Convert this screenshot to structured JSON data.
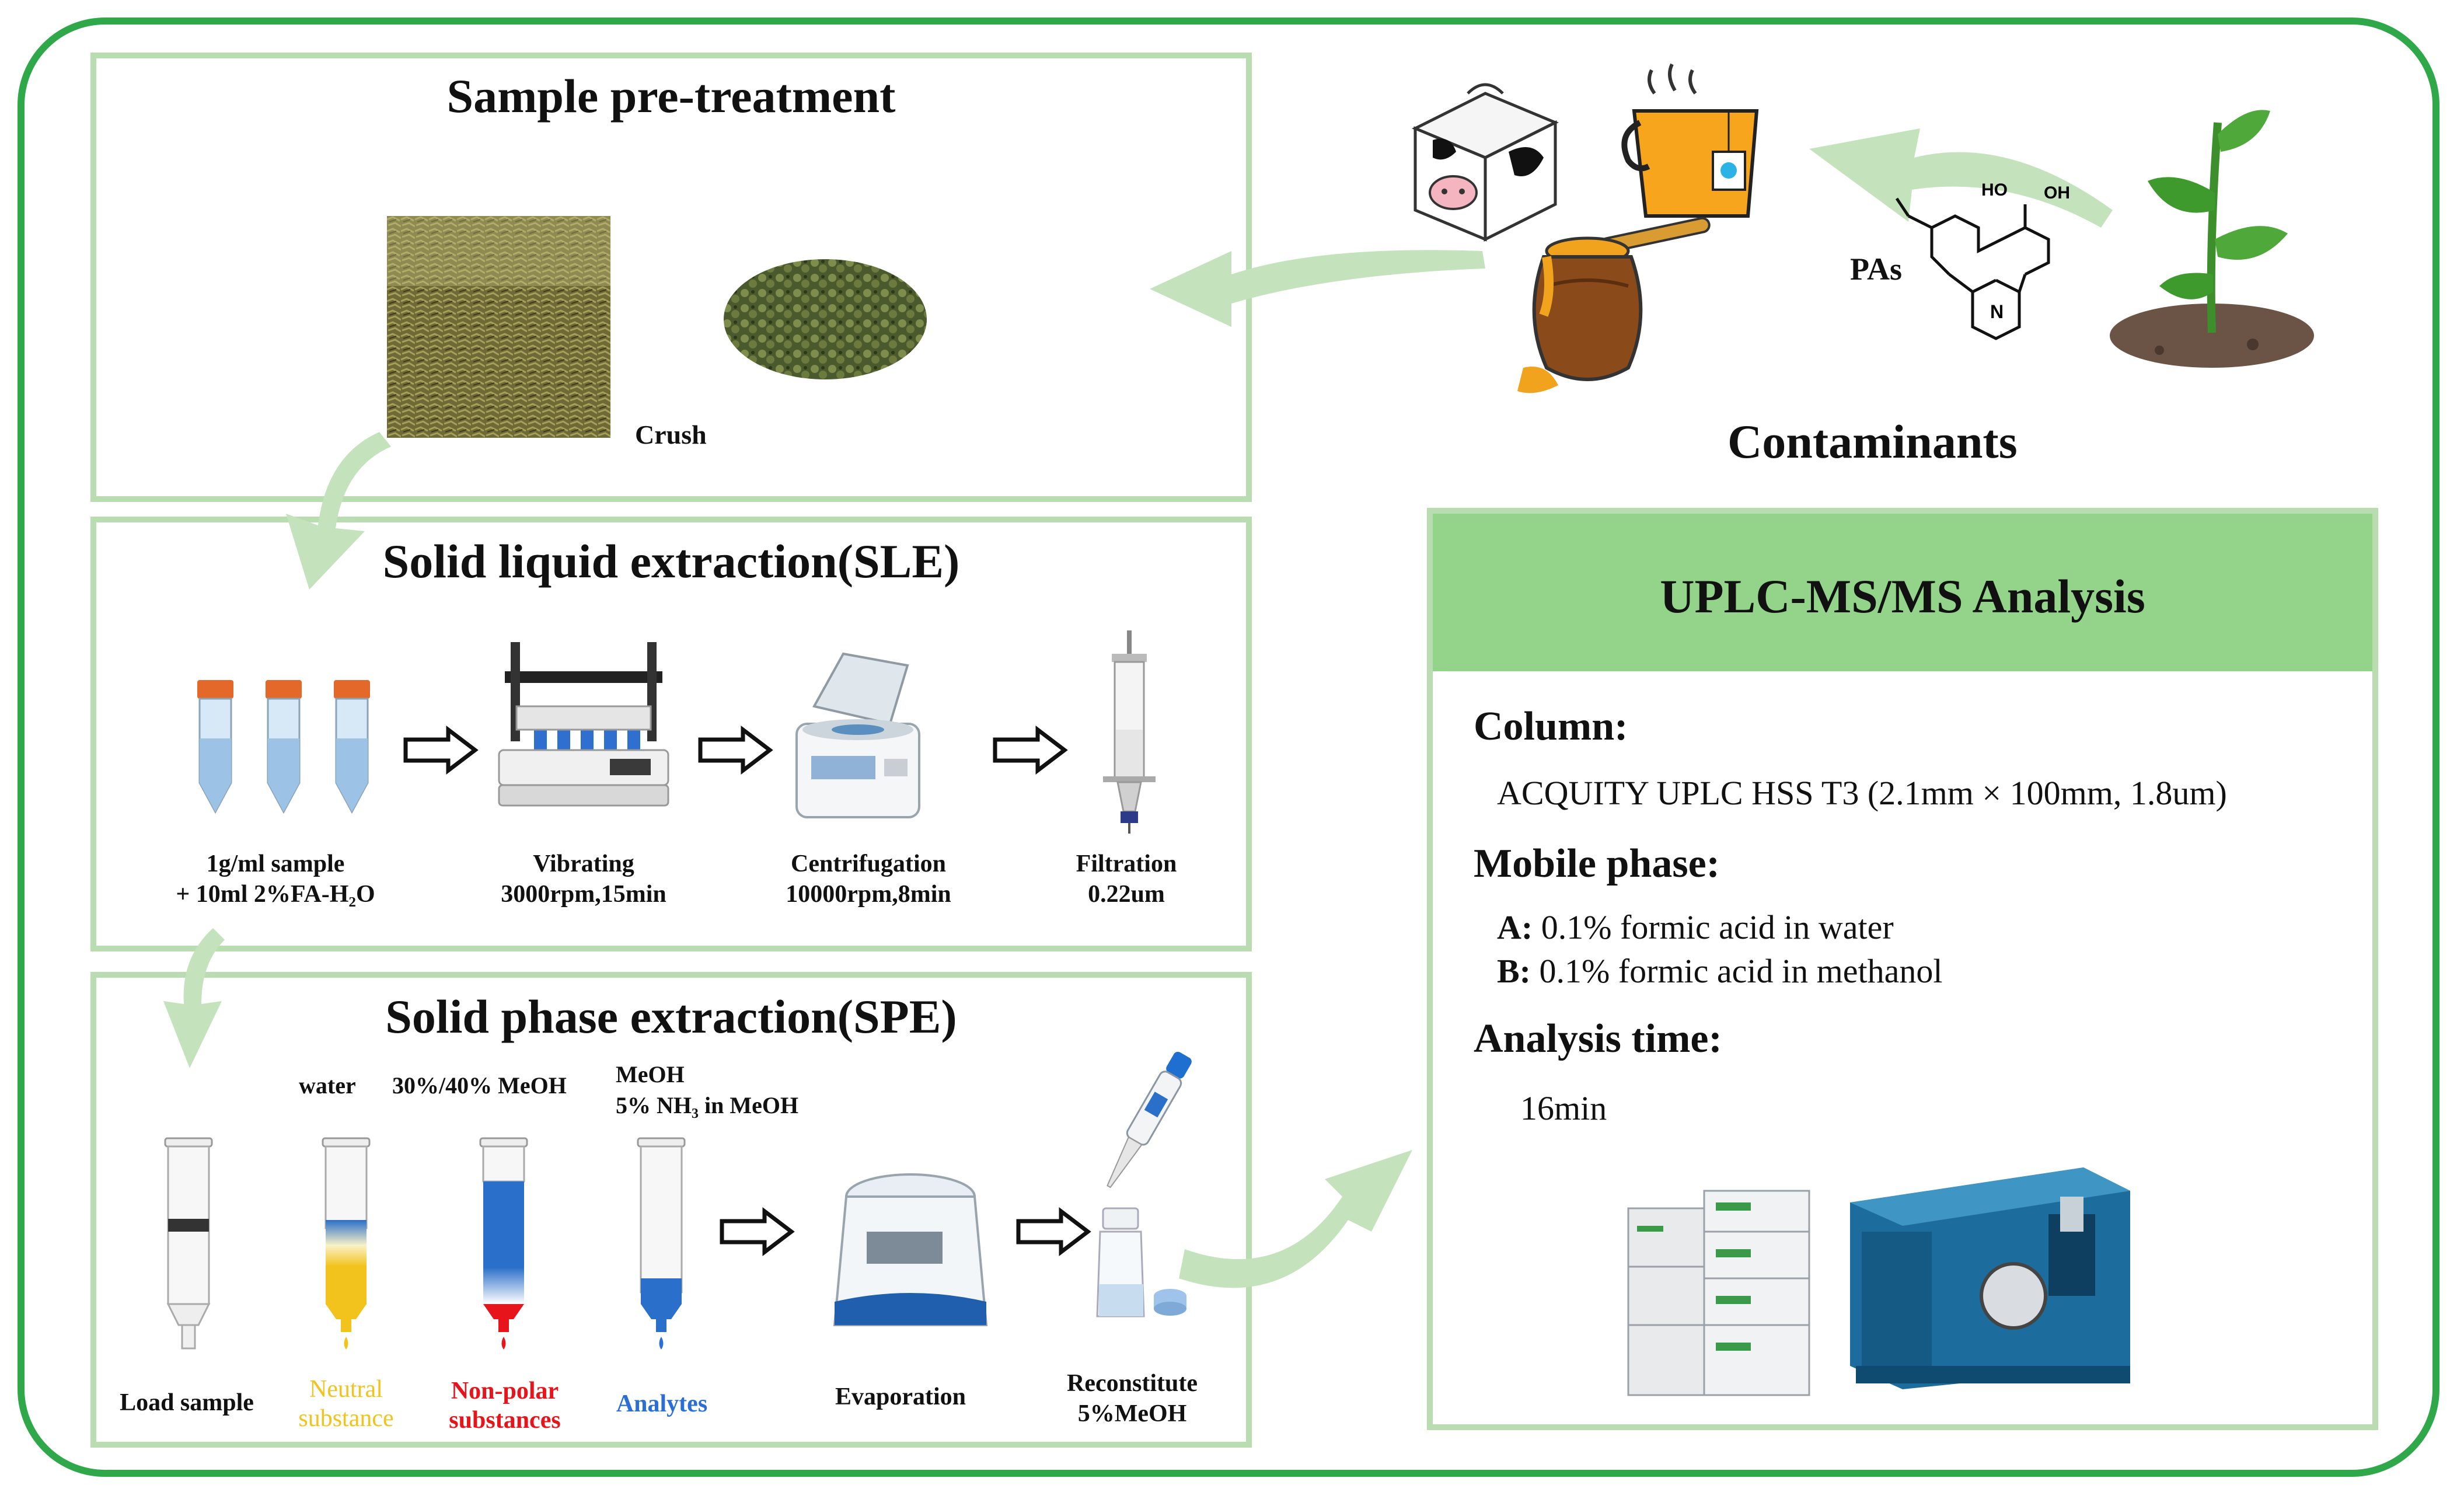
{
  "panels": {
    "pretreatment": {
      "title": "Sample pre-treatment",
      "crush_label": "Crush"
    },
    "sle": {
      "title": "Solid liquid extraction(SLE)",
      "steps": [
        {
          "line1": "1g/ml sample",
          "line2": "+ 10ml 2%FA-H₂O"
        },
        {
          "line1": "Vibrating",
          "line2": "3000rpm,15min"
        },
        {
          "line1": "Centrifugation",
          "line2": "10000rpm,8min"
        },
        {
          "line1": "Filtration",
          "line2": "0.22um"
        }
      ]
    },
    "spe": {
      "title": "Solid phase extraction(SPE)",
      "solvent_labels": [
        "water",
        "30%/40% MeOH",
        "MeOH",
        "5% NH₃ in MeOH"
      ],
      "cartridges": [
        {
          "line1": "Load sample",
          "line2": ""
        },
        {
          "line1": "Neutral",
          "line2": "substance"
        },
        {
          "line1": "Non-polar",
          "line2": "substances"
        },
        {
          "line1": "Analytes",
          "line2": ""
        }
      ],
      "evaporation_label": "Evaporation",
      "reconstitute_line1": "Reconstitute",
      "reconstitute_line2": "5%MeOH"
    },
    "contaminants": {
      "title": "Contaminants",
      "pas_label": "PAs",
      "ho_label": "HO",
      "oh_label": "OH",
      "n_label": "N"
    },
    "uplc": {
      "title": "UPLC-MS/MS Analysis",
      "column_heading": "Column:",
      "column_value": "ACQUITY UPLC HSS T3 (2.1mm × 100mm, 1.8um)",
      "mobile_heading": "Mobile phase:",
      "phase_a_key": "A:",
      "phase_a_value": "0.1% formic acid in water",
      "phase_b_key": "B:",
      "phase_b_value": "0.1% formic acid in methanol",
      "time_heading": "Analysis time:",
      "time_value": "16min"
    }
  },
  "colors": {
    "border": "#2fa84a",
    "panel_border": "#b9ddb1",
    "uplc_header": "#93d38a",
    "arrow": "#c4e3bd",
    "neutral": "#f2c31c",
    "nonpolar": "#e8141c",
    "analytes": "#2b6fd6"
  }
}
